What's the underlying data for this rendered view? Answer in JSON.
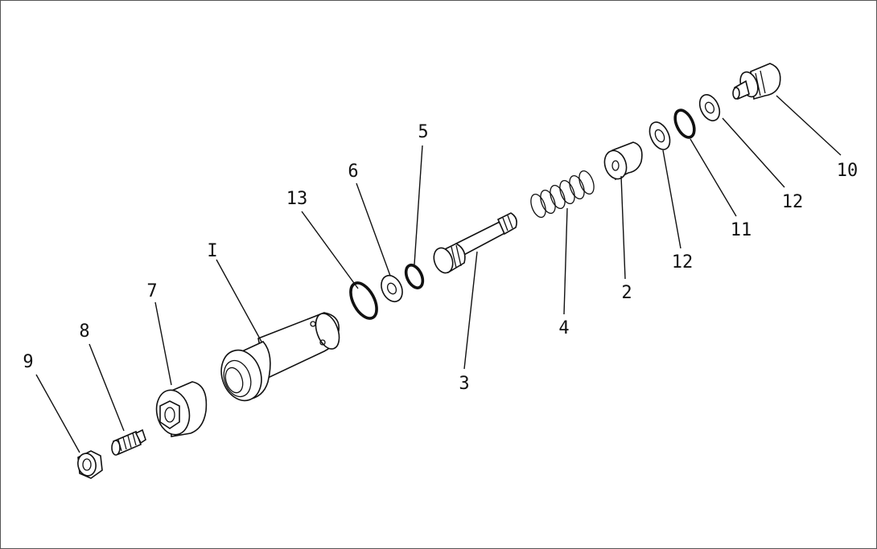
{
  "callouts": [
    {
      "id": "9",
      "text": "9"
    },
    {
      "id": "8",
      "text": "8"
    },
    {
      "id": "7",
      "text": "7"
    },
    {
      "id": "1",
      "text": "I"
    },
    {
      "id": "13",
      "text": "13"
    },
    {
      "id": "6",
      "text": "6"
    },
    {
      "id": "5",
      "text": "5"
    },
    {
      "id": "3",
      "text": "3"
    },
    {
      "id": "4",
      "text": "4"
    },
    {
      "id": "2",
      "text": "2"
    },
    {
      "id": "12a",
      "text": "12"
    },
    {
      "id": "11",
      "text": "11"
    },
    {
      "id": "12b",
      "text": "12"
    },
    {
      "id": "10",
      "text": "10"
    }
  ]
}
